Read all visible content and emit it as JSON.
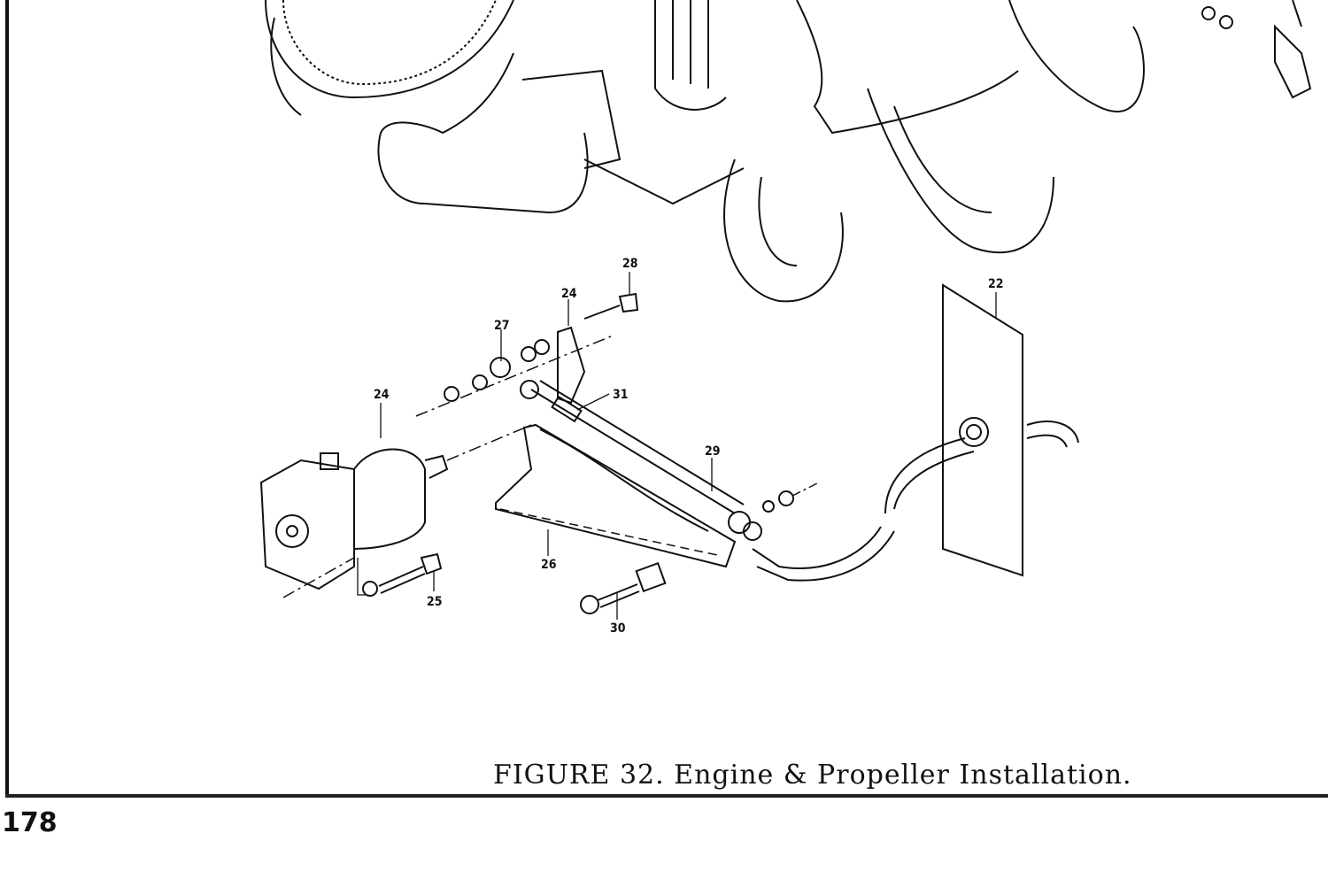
{
  "figure": {
    "caption": "FIGURE 32. Engine & Propeller Installation.",
    "callouts": [
      "28",
      "24",
      "27",
      "24",
      "31",
      "29",
      "22",
      "26",
      "25",
      "30"
    ]
  },
  "page": {
    "number": "178"
  }
}
